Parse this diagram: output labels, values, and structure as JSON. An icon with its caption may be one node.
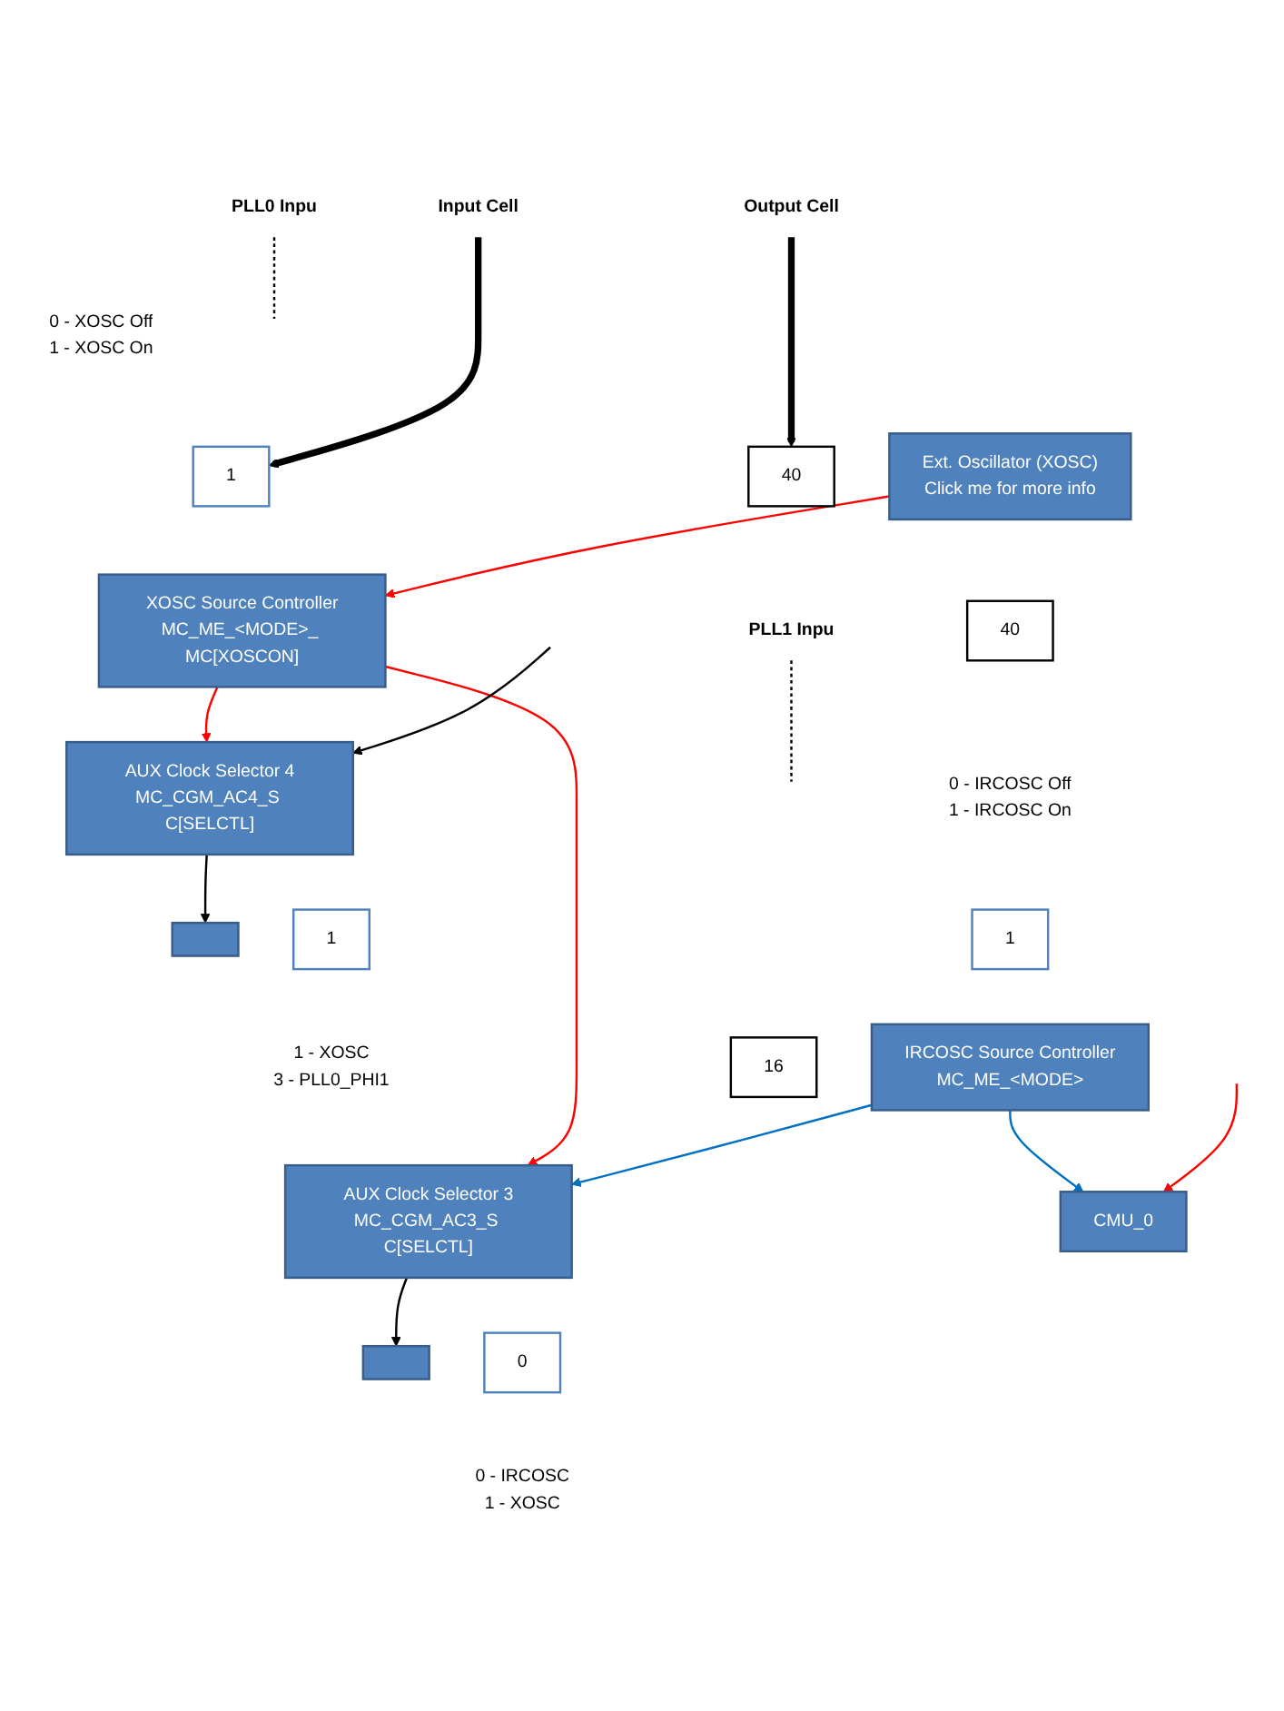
{
  "diagram": {
    "nodes": [
      {
        "text": [
          "40"
        ]
      },
      {
        "text": [
          "Output Cell"
        ]
      },
      {
        "text": [
          "PLL1 Inpu"
        ]
      },
      {
        "text": [
          "Input Cell"
        ]
      },
      {
        "text": [
          "1"
        ],
        "beside": [
          "0 - XOSC Off",
          "1 - XOSC On"
        ]
      },
      {
        "text": [
          "XOSC Source Controller",
          "MC_ME_<MODE>_ MC[XOSCON]"
        ]
      },
      {
        "text": [
          "AUX Clock Selector 4",
          "MC_CGM_AC4_S C[SELCTL]"
        ]
      },
      {
        "text": [],
        "shape": "box"
      },
      {
        "text": [
          "1"
        ],
        "beside": [
          "1 - XOSC",
          "3 - PLL0_PHI1"
        ]
      },
      {
        "text": [
          "Ext. Oscillator (XOSC)",
          "Click me for more info"
        ]
      },
      {
        "text": [
          "AUX Clock Selector 3",
          "MC_CGM_AC3_S C[SELCTL]"
        ]
      },
      {
        "text": [],
        "shape": "box"
      },
      {
        "text": [
          "40"
        ]
      },
      {
        "text": [
          "0"
        ],
        "beside": [
          "0 - IRCOSC",
          "1 - XOSC"
        ]
      },
      {
        "text": [
          "PLL0 Inpu"
        ]
      },
      {
        "text": [
          "1"
        ],
        "beside": [
          "0 - IRCOSC Off",
          "1 - IRCOSC On"
        ]
      },
      {
        "text": [
          "16"
        ]
      },
      {
        "text": [
          "IRCOSC Source Controller",
          "MC_ME_<MODE>"
        ]
      },
      {
        "text": [
          "CMU_0"
        ]
      }
    ],
    "edges": [
      {
        "from": 1,
        "to": 0,
        "arrow": "to",
        "style": "thick"
      },
      {
        "from": 3,
        "to": 4,
        "arrow": "to",
        "style": "thick"
      },
      {
        "from": 9,
        "to": 5,
        "arrow": "to",
        "color": "#ff0000"
      },
      {
        "from": 5,
        "to": 6,
        "arrow": "to",
        "color": "#ff0000"
      },
      {
        "from": 5,
        "to": 10,
        "arrow": "to",
        "color": "#ff0000"
      },
      {
        "from": null,
        "to": 6,
        "arrow": "to"
      },
      {
        "from": 6,
        "to": 7,
        "arrow": "to"
      },
      {
        "from": 2,
        "to": null,
        "arrow": "none",
        "style": "dashed"
      },
      {
        "from": 10,
        "to": 11,
        "arrow": "to"
      },
      {
        "from": 14,
        "to": null,
        "arrow": "none",
        "style": "dashed"
      },
      {
        "from": 17,
        "to": 10,
        "arrow": "to",
        "color": "#0070c0"
      },
      {
        "from": 17,
        "to": 18,
        "arrow": "to",
        "color": "#0070c0"
      },
      {
        "from": null,
        "to": 18,
        "arrow": "to",
        "color": "#ff0000"
      }
    ]
  }
}
